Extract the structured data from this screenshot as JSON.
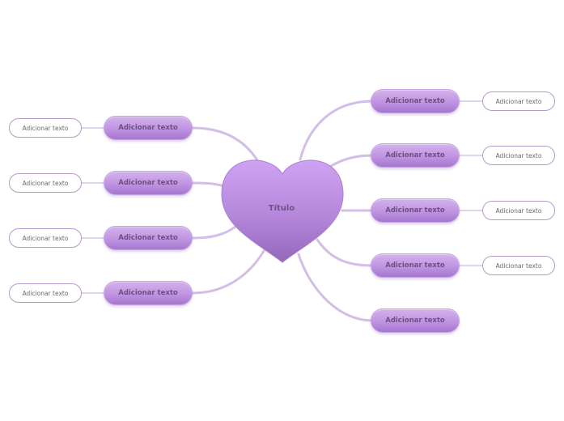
{
  "central_topic": {
    "label": "Título"
  },
  "colors": {
    "node_fill": "#c09ae2",
    "connector": "#d2bee6",
    "sub_border": "#b49acb"
  },
  "left_branches": [
    {
      "label": "Adicionar texto",
      "subtopics": [
        {
          "label": "Adicionar texto"
        }
      ]
    },
    {
      "label": "Adicionar texto",
      "subtopics": [
        {
          "label": "Adicionar texto"
        }
      ]
    },
    {
      "label": "Adicionar texto",
      "subtopics": [
        {
          "label": "Adicionar texto"
        }
      ]
    },
    {
      "label": "Adicionar texto",
      "subtopics": [
        {
          "label": "Adicionar texto"
        }
      ]
    }
  ],
  "right_branches": [
    {
      "label": "Adicionar texto",
      "subtopics": [
        {
          "label": "Adicionar texto"
        }
      ]
    },
    {
      "label": "Adicionar texto",
      "subtopics": [
        {
          "label": "Adicionar texto"
        }
      ]
    },
    {
      "label": "Adicionar texto",
      "subtopics": [
        {
          "label": "Adicionar texto"
        }
      ]
    },
    {
      "label": "Adicionar texto",
      "subtopics": [
        {
          "label": "Adicionar texto"
        }
      ]
    },
    {
      "label": "Adicionar texto",
      "subtopics": []
    }
  ]
}
